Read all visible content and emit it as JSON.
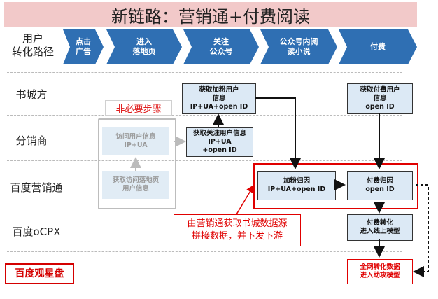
{
  "title": "新链路：营销通+付费阅读",
  "path_label": [
    "用户",
    "转化路径"
  ],
  "stages": [
    {
      "label": "点击\n广告"
    },
    {
      "label": "进入\n落地页"
    },
    {
      "label": "关注\n公众号"
    },
    {
      "label": "公众号内阅\n读小说"
    },
    {
      "label": "付费"
    }
  ],
  "rows": [
    {
      "label": "书城方"
    },
    {
      "label": "分销商"
    },
    {
      "label": "百度营销通"
    },
    {
      "label": "百度oCPX"
    },
    {
      "label": "百度观星盘"
    }
  ],
  "optional_label": "非必要步骤",
  "boxes": {
    "visit_info": "访问用户信息\nIP+UA",
    "landing_info": "获取访问落地页\n用户信息",
    "fan_info": "获取加粉用户\n信息\nIP+UA+open ID",
    "follow_info": "获取关注用户信息\nIP+UA\n+open ID",
    "fan_attr": "加粉归因\nIP+UA+open ID",
    "pay_info": "获取付费用户\n信息\nopen ID",
    "pay_attr": "付费归因\nopen ID",
    "pay_model": "付费转化\n进入线上模型",
    "final_model": "全网转化数据\n进入助攻模型"
  },
  "note": "由营销通获取书城数据源\n拼接数据，并下发下游",
  "colors": {
    "chevron": "#2f6fb3",
    "accent_red": "#e00000",
    "box_fill": "#dce9f5",
    "title_bg": "#f2c9c9"
  }
}
